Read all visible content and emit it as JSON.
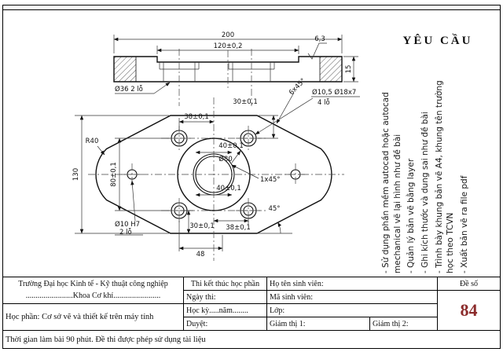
{
  "requirements": {
    "title": "YÊU CẦU",
    "items": [
      "- Sử dụng phần mềm autocad hoặc autocad mechanical vẽ lại hình như đề bài",
      "- Quản lý bản vẽ bằng layer",
      "- Ghi kích thước và dung sai như đề bài",
      "- Trình bày khung bản vẽ A4, khung tên trường học theo TCVN",
      "- Xuất bản vẽ ra file pdf"
    ]
  },
  "drawing": {
    "top_view": {
      "overall_width": "200",
      "recess_width": "120±0,2",
      "surface_finish": "6,3",
      "thickness": "15",
      "hole_note": "Ø36 2 lỗ"
    },
    "front_view": {
      "offset_top": "30±0,1",
      "spacing_top": "38±0,1",
      "counterbore_note": "Ø10,5 Ø18x7",
      "counterbore_count": "4 lỗ",
      "chamfer_corner": "6x45°",
      "bore_width": "40±0,1",
      "bore_dia": "Ø80",
      "bore_height": "40±0,1",
      "chamfer_bore": "1x45°",
      "offset_bottom": "30±0,1",
      "spacing_bottom": "38±0,1",
      "base_width": "48",
      "corner_radius": "R40",
      "side_hole_spacing": "80±0,1",
      "overall_height": "130",
      "side_hole_note_1": "Ø10 H7",
      "side_hole_note_2": "2 lỗ",
      "corner_angle": "45°"
    }
  },
  "title_block": {
    "school_line1": "Trường Đại học Kinh tế - Kỹ thuật công nghiệp",
    "school_line2": "........................Khoa Cơ khí........................",
    "course_line": "Học phần: Cơ sở vẽ và thiết kế trên máy tính",
    "time_note": "Thời gian làm bài 90 phút. Đề thi được phép sử dụng tài liệu",
    "exam_title": "Thi kết thúc học phần",
    "date_label": "Ngày thi:",
    "semester_label": "Học kỳ.....năm........",
    "approved_label": "Duyệt:",
    "student_name_label": "Họ tên sinh viên:",
    "student_id_label": "Mã sinh viên:",
    "class_label": "Lớp:",
    "proctor1_label": "Giám thị 1:",
    "proctor2_label": "Giám thị 2:",
    "exam_no_label": "Đề số",
    "exam_no": "84",
    "exam_no_color": "#8b2b2b"
  }
}
